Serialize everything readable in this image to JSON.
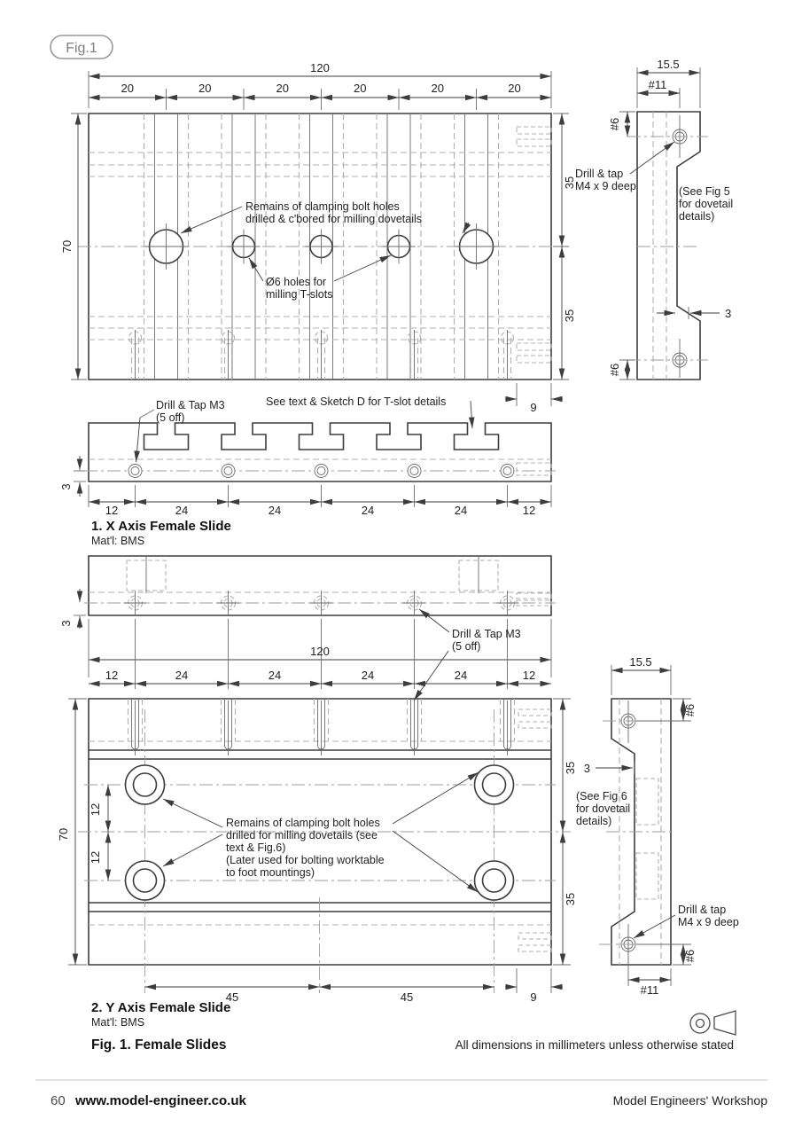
{
  "badge": {
    "label": "Fig.1"
  },
  "captions": {
    "part1_title": "1. X Axis Female Slide",
    "part1_material": "Mat'l: BMS",
    "part2_title": "2. Y Axis Female Slide",
    "part2_material": "Mat'l: BMS",
    "figure_caption": "Fig. 1. Female Slides",
    "dimensions_note": "All dimensions in millimeters unless otherwise stated"
  },
  "footer": {
    "page_number": "60",
    "website": "www.model-engineer.co.uk",
    "magazine": "Model Engineers' Workshop"
  },
  "x_slide": {
    "annotations": {
      "clamping_l1": "Remains of clamping bolt holes",
      "clamping_l2": "drilled & c'bored for milling dovetails",
      "holes_l1": "Ø6 holes for",
      "holes_l2": "milling T-slots",
      "tap_l1": "Drill & Tap M3",
      "tap_l2": "(5 off)",
      "tslot_note": "See text & Sketch D for T-slot details",
      "drill_l1": "Drill & tap",
      "drill_l2": "M4 x 9 deep",
      "fig5_l1": "(See Fig 5",
      "fig5_l2": "for dovetail",
      "fig5_l3": "details)"
    },
    "dims": {
      "total_width": "120",
      "seg": [
        "20",
        "20",
        "20",
        "20",
        "20",
        "20"
      ],
      "height": "70",
      "half": [
        "35",
        "35"
      ],
      "end": "9",
      "pitch": [
        "12",
        "24",
        "24",
        "24",
        "24",
        "12"
      ],
      "edge": "3",
      "side_width": "15.5",
      "side_pos": "#11",
      "side_hole_top": "#6",
      "side_hole_bottom": "#6",
      "side_land": "3"
    }
  },
  "y_slide": {
    "annotations": {
      "tap_l1": "Drill & Tap M3",
      "tap_l2": "(5 off)",
      "clamping_l1": "Remains of clamping bolt holes",
      "clamping_l2": "drilled for milling dovetails (see",
      "clamping_l3": "text & Fig.6)",
      "clamping_l4": "(Later used for bolting worktable",
      "clamping_l5": "to foot mountings)",
      "fig6_l1": "(See Fig 6",
      "fig6_l2": "for dovetail",
      "fig6_l3": "details)",
      "drill_l1": "Drill & tap",
      "drill_l2": "M4 x 9 deep"
    },
    "dims": {
      "total_width": "120",
      "pitch": [
        "12",
        "24",
        "24",
        "24",
        "24",
        "12"
      ],
      "height": "70",
      "half": [
        "35",
        "35"
      ],
      "row": [
        "12",
        "12"
      ],
      "bottom": [
        "45",
        "45",
        "9"
      ],
      "edge": "3",
      "side_width": "15.5",
      "side_hole_top": "#6",
      "side_land": "3",
      "side_hole_bottom": "#6",
      "side_pos": "#11"
    }
  }
}
